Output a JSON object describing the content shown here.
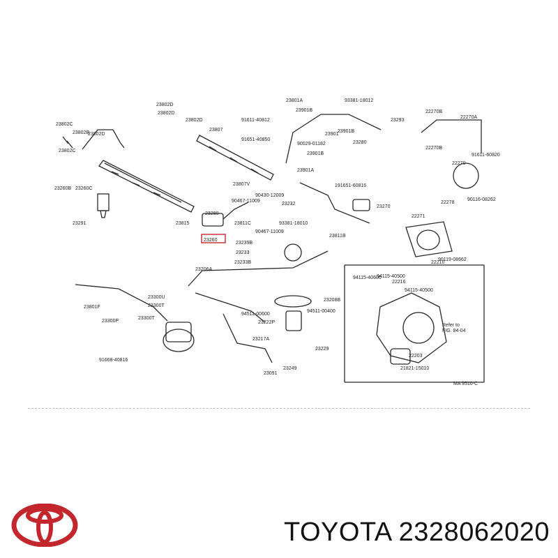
{
  "labels": [
    "23802C",
    "23802D",
    "23802B",
    "23802C",
    "23802D",
    "23802D",
    "23807",
    "23802D",
    "23260",
    "23260C",
    "23260B",
    "23291",
    "23815",
    "23280",
    "90467-11009",
    "23807V",
    "90467-11009",
    "23811C",
    "23239B",
    "23233",
    "23233B",
    "23206A",
    "23801A",
    "93381-18012",
    "23901B",
    "91611-40812",
    "91651-40850",
    "23901",
    "90029-01182",
    "23901B",
    "23901A",
    "23293",
    "23280",
    "23901B",
    "90430-12009",
    "191651-60816",
    "23232",
    "23270",
    "93381-18010",
    "23811B",
    "22271",
    "22270B",
    "22270A",
    "22270B",
    "91611-60820",
    "22270",
    "22278",
    "90116-08262",
    "90119-08662",
    "22210",
    "94115-40600",
    "23208B",
    "94115-40500",
    "22216",
    "94115-40500",
    "22203",
    "21821-15010",
    "94511-00400",
    "94511-00600",
    "23222P",
    "23217A",
    "23229",
    "23249",
    "23091",
    "23300U",
    "23300T",
    "23300T",
    "23300P",
    "23801F",
    "91668-40816",
    "Refer to",
    "FIG. 84-04",
    "MA 9510-C"
  ],
  "highlight_label": "23260",
  "brand": "TOYOTA",
  "part_number": "2328062020",
  "colors": {
    "logo_red": "#c4262e",
    "ink": "#222222"
  }
}
